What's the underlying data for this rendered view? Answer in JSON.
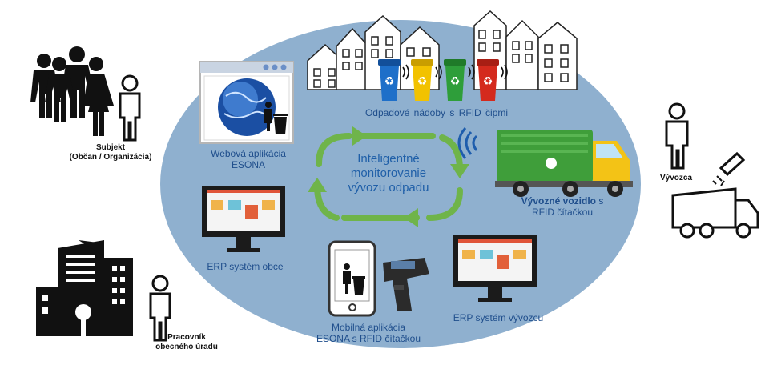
{
  "center": {
    "line1": "Inteligentné",
    "line2": "monitorovanie",
    "line3": "vývozu odpadu"
  },
  "labels": {
    "subject_line1": "Subjekt",
    "subject_line2": "(Občan / Organizácia)",
    "web_app_line1": "Webová aplikácia",
    "web_app_line2": "ESONA",
    "bins": "Odpadové nádoby s RFID čipmi",
    "vehicle_strong": "Vývozné vozidlo",
    "vehicle_rest": " s",
    "vehicle_line2": "RFID čítačkou",
    "collector": "Vývozca",
    "erp_municipality": "ERP systém obce",
    "mobile_line1": "Mobilná aplikácia",
    "mobile_line2": "ESONA s RFID čítačkou",
    "erp_collector": "ERP systém vývozcu",
    "worker_line1": "Pracovník",
    "worker_line2": "obecného úradu"
  },
  "colors": {
    "ellipse": "#8fb0cf",
    "label_blue": "#1f4e8c",
    "arrow_green": "#6fb44a",
    "bin_blue": "#1e6fc9",
    "bin_yellow": "#f2c200",
    "bin_green": "#2e9e3a",
    "bin_red": "#d42a1d",
    "truck_green": "#3f9e3a",
    "truck_cab": "#f3c316"
  },
  "icons": [
    "people-group-icon",
    "person-icon",
    "browser-globe-icon",
    "houses-icon",
    "waste-bin-icon",
    "rfid-signal-icon",
    "garbage-truck-icon",
    "monitor-erp-icon",
    "mobile-phone-icon",
    "rfid-reader-icon",
    "city-building-icon",
    "cycle-arrows-icon"
  ]
}
